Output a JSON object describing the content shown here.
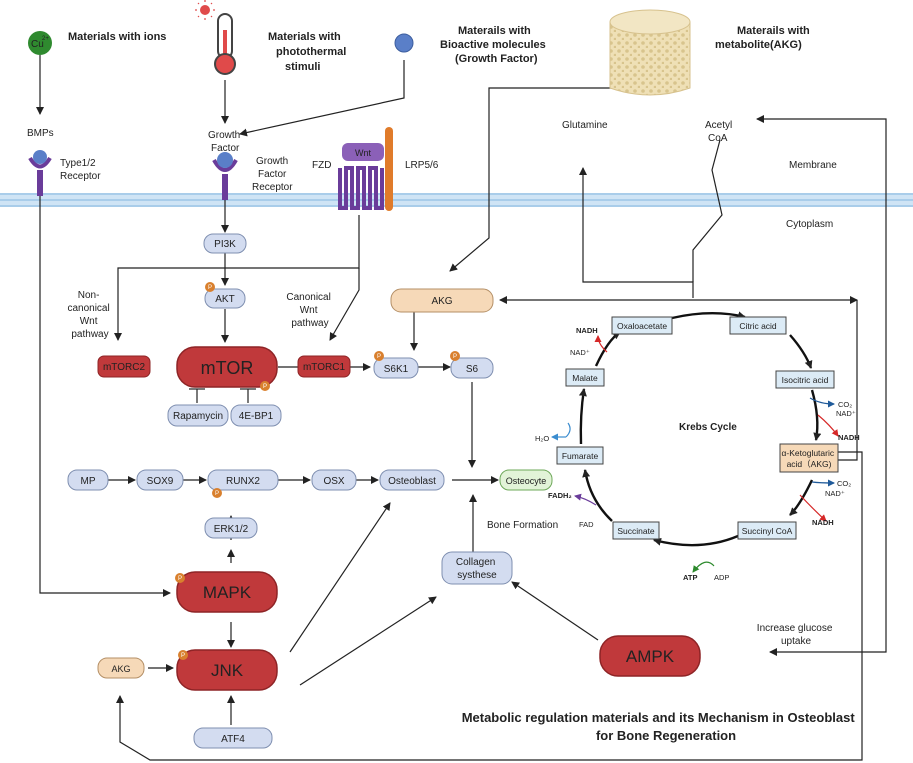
{
  "materials": {
    "ions": {
      "label_lines": [
        "Materials with ions"
      ],
      "symbol": "Cu",
      "superscript": "2+"
    },
    "photothermal": {
      "label_lines": [
        "Materials with",
        "photothermal",
        "stimuli"
      ]
    },
    "bioactive": {
      "label_lines": [
        "Materails with",
        "Bioactive molecules",
        "(Growth Factor)"
      ]
    },
    "metabolite": {
      "label_lines": [
        "Materails with",
        "metabolite(AKG)"
      ]
    }
  },
  "receptors": {
    "bmps": "BMPs",
    "type_receptor": [
      "Type1/2",
      "Receptor"
    ],
    "growth_factor": [
      "Growth",
      "Factor"
    ],
    "growth_factor_receptor": [
      "Growth",
      "Factor",
      "Receptor"
    ],
    "fzd": "FZD",
    "wnt": "Wnt",
    "lrp": "LRP5/6"
  },
  "labels": {
    "glutamine": "Glutamine",
    "acetyl_coa": [
      "Acetyl",
      "CoA"
    ],
    "membrane": "Membrane",
    "cytoplasm": "Cytoplasm",
    "non_canonical": [
      "Non-",
      "canonical",
      "Wnt",
      "pathway"
    ],
    "canonical": [
      "Canonical",
      "Wnt",
      "pathway"
    ],
    "bone_formation": "Bone Formation",
    "increase_glucose": [
      "Increase glucose",
      "uptake"
    ],
    "phospho": "P"
  },
  "nodes": {
    "pi3k": "PI3K",
    "akt": "AKT",
    "mtor": "mTOR",
    "mtorc2": "mTORC2",
    "mtorc1": "mTORC1",
    "rapamycin": "Rapamycin",
    "ebp1": "4E-BP1",
    "s6k1": "S6K1",
    "s6": "S6",
    "akg_top": "AKG",
    "mp": "MP",
    "sox9": "SOX9",
    "runx2": "RUNX2",
    "osx": "OSX",
    "osteoblast": "Osteoblast",
    "osteocyte": "Osteocyte",
    "erk": "ERK1/2",
    "mapk": "MAPK",
    "jnk": "JNK",
    "akg_left": "AKG",
    "atf4": "ATF4",
    "collagen": [
      "Collagen",
      "systhese"
    ],
    "ampk": "AMPK"
  },
  "krebs": {
    "title": "Krebs Cycle",
    "oxaloacetate": "Oxaloacetate",
    "citric": "Citric acid",
    "isocitric": "Isocitric acid",
    "akg": [
      "α-Ketoglutaric",
      "acid（AKG)"
    ],
    "succinyl": "Succinyl CoA",
    "succinate": "Succinate",
    "fumarate": "Fumarate",
    "malate": "Malate",
    "nadh": "NADH",
    "nad": "NAD⁺",
    "co2": "CO₂",
    "h2o": "H₂O",
    "fadh2": "FADH₂",
    "fad": "FAD",
    "atp": "ATP",
    "adp": "ADP"
  },
  "title_lines": [
    "Metabolic regulation materials and its Mechanism in Osteoblast",
    "for Bone Regeneration"
  ],
  "colors": {
    "red_node": "#c0393b",
    "blue_node": "#d3dcf0",
    "akg_fill": "#f6d9b8",
    "krebs_box": "#dcebf6",
    "membrane": "#a9cdea",
    "wnt": "#8b60b8",
    "lrp": "#e07b2a",
    "phospho": "#d9802e",
    "nadh_red": "#d62828",
    "co2_blue": "#1f5a9a",
    "atp_green": "#2d8a2d",
    "fadh_purple": "#6a3c9a",
    "h2o_blue": "#3a8ccf"
  }
}
